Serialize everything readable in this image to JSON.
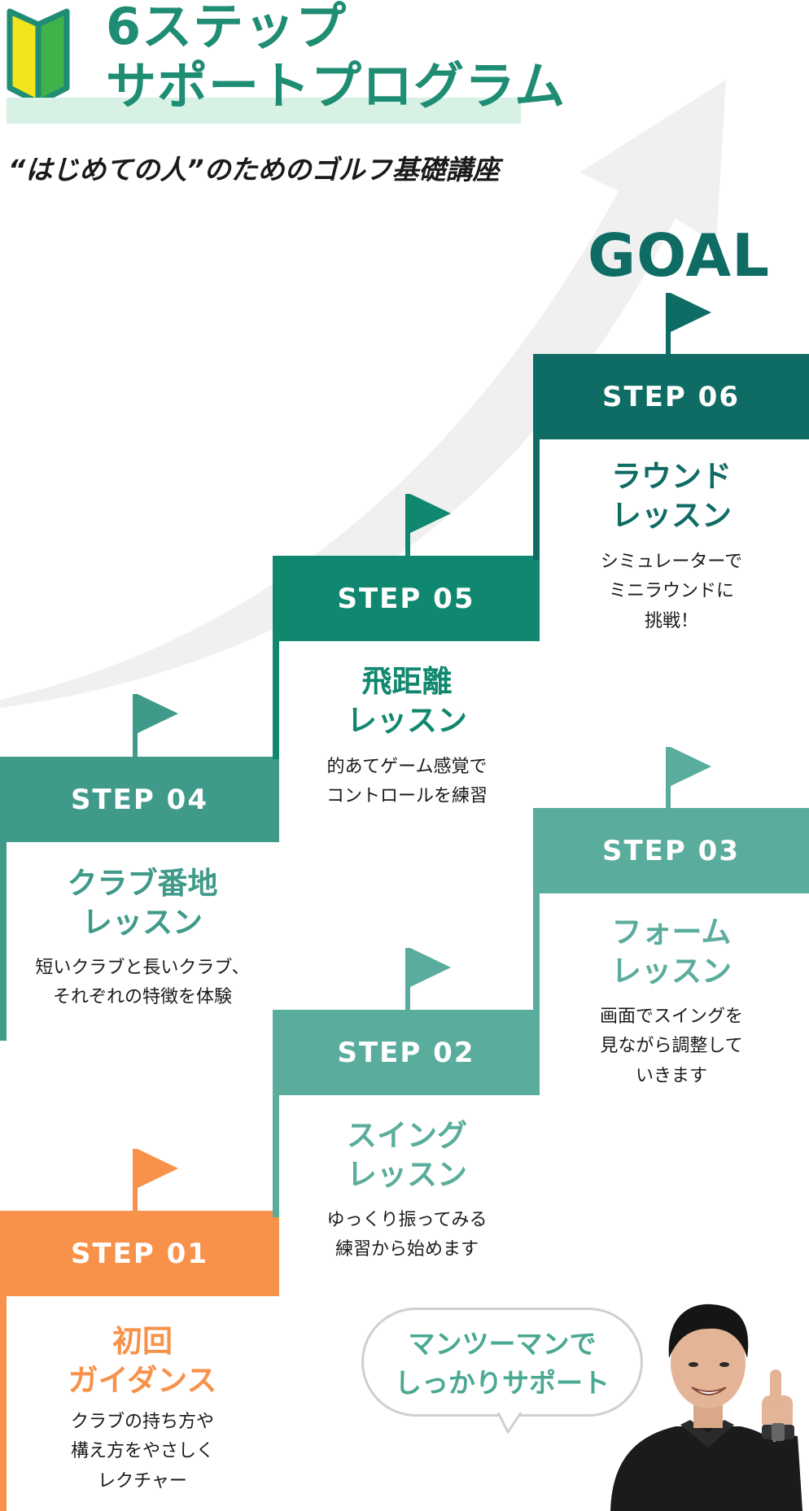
{
  "header": {
    "title_line_1": "6ステップ",
    "title_line_2": "サポートプログラム",
    "subtitle": "“はじめての人”のためのゴルフ基礎講座"
  },
  "goal_label": "GOAL",
  "icons": {
    "beginner_mark": "beginner-mark-icon",
    "flag": "flag-icon",
    "arrow": "growth-arrow-icon"
  },
  "colors": {
    "orange": "#f8914a",
    "green_light": "#5aac9d",
    "green_mid": "#3f9a8a",
    "green_dark": "#10876f",
    "green_darkest": "#0e6c64",
    "title_green": "#1f8c74"
  },
  "steps": [
    {
      "label": "STEP 01",
      "heading_line_1": "初回",
      "heading_line_2": "ガイダンス",
      "desc_line_1": "クラブの持ち方や",
      "desc_line_2": "構え方をやさしく",
      "desc_line_3": "レクチャー"
    },
    {
      "label": "STEP 02",
      "heading_line_1": "スイング",
      "heading_line_2": "レッスン",
      "desc_line_1": "ゆっくり振ってみる",
      "desc_line_2": "練習から始めます"
    },
    {
      "label": "STEP 03",
      "heading_line_1": "フォーム",
      "heading_line_2": "レッスン",
      "desc_line_1": "画面でスイングを",
      "desc_line_2": "見ながら調整して",
      "desc_line_3": "いきます"
    },
    {
      "label": "STEP 04",
      "heading_line_1": "クラブ番地",
      "heading_line_2": "レッスン",
      "desc_line_1": "短いクラブと長いクラブ、",
      "desc_line_2": "それぞれの特徴を体験"
    },
    {
      "label": "STEP 05",
      "heading_line_1": "飛距離",
      "heading_line_2": "レッスン",
      "desc_line_1": "的あてゲーム感覚で",
      "desc_line_2": "コントロールを練習"
    },
    {
      "label": "STEP 06",
      "heading_line_1": "ラウンド",
      "heading_line_2": "レッスン",
      "desc_line_1": "シミュレーターで",
      "desc_line_2": "ミニラウンドに",
      "desc_line_3": "挑戦！"
    }
  ],
  "bubble": {
    "line_1": "マンツーマンで",
    "line_2": "しっかりサポート"
  }
}
